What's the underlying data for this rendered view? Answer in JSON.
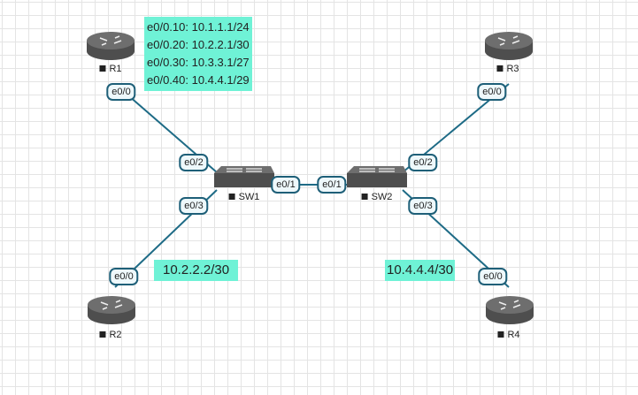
{
  "colors": {
    "link": "#1e6b86",
    "note_bg": "#6ff2d6",
    "device": "#5a5a5a"
  },
  "nodes": {
    "R1": {
      "label": "R1",
      "icon": "router-icon"
    },
    "R2": {
      "label": "R2",
      "icon": "router-icon"
    },
    "R3": {
      "label": "R3",
      "icon": "router-icon"
    },
    "R4": {
      "label": "R4",
      "icon": "router-icon"
    },
    "SW1": {
      "label": "SW1",
      "icon": "switch-icon"
    },
    "SW2": {
      "label": "SW2",
      "icon": "switch-icon"
    }
  },
  "links": [
    {
      "a": "R1",
      "a_if": "e0/0",
      "b": "SW1",
      "b_if": "e0/2"
    },
    {
      "a": "R2",
      "a_if": "e0/0",
      "b": "SW1",
      "b_if": "e0/3"
    },
    {
      "a": "SW1",
      "a_if": "e0/1",
      "b": "SW2",
      "b_if": "e0/1"
    },
    {
      "a": "R3",
      "a_if": "e0/0",
      "b": "SW2",
      "b_if": "e0/2"
    },
    {
      "a": "R4",
      "a_if": "e0/0",
      "b": "SW2",
      "b_if": "e0/3"
    }
  ],
  "notes": {
    "r1_subifs": [
      "e0/0.10: 10.1.1.1/24",
      "e0/0.20: 10.2.2.1/30",
      "e0/0.30: 10.3.3.1/27",
      "e0/0.40: 10.4.4.1/29"
    ],
    "r2_ip": "10.2.2.2/30",
    "r4_ip": "10.4.4.4/30"
  }
}
